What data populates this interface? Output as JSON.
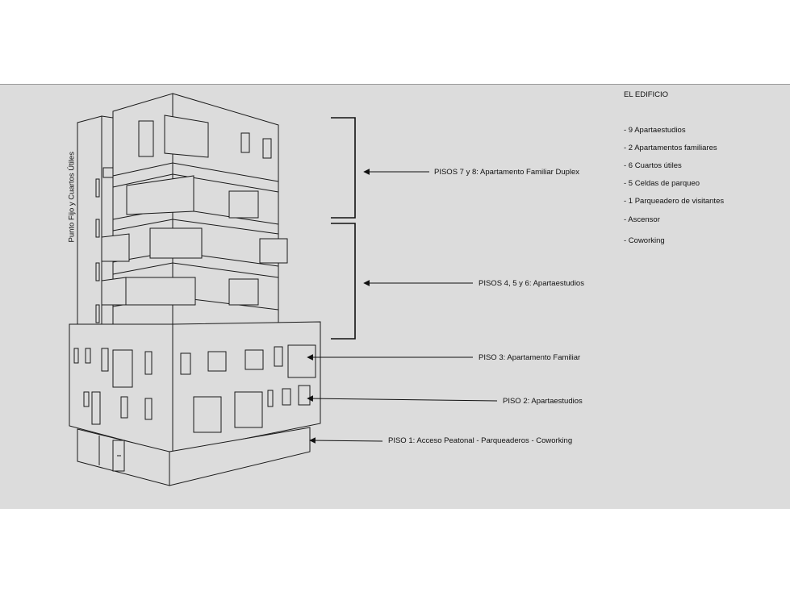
{
  "side_label": "Punto Fijo y Cuartos Útiles",
  "floor_labels": [
    "PISOS 7 y 8: Apartamento Familiar Duplex",
    "PISOS 4, 5 y 6: Apartaestudios",
    "PISO 3: Apartamento Familiar",
    "PISO 2: Apartaestudios",
    "PISO 1: Acceso Peatonal - Parqueaderos - Coworking"
  ],
  "info": {
    "title": "EL EDIFICIO",
    "features": [
      "- 9 Apartaestudios",
      "- 2 Apartamentos familiares",
      "- 6 Cuartos útiles",
      "- 5 Celdas de parqueo",
      "- 1 Parqueadero de visitantes",
      "-  Ascensor",
      "- Coworking"
    ]
  },
  "colors": {
    "panel": "#dcdcdc",
    "line": "#1a1a1a",
    "face": "#dcdcdc"
  }
}
